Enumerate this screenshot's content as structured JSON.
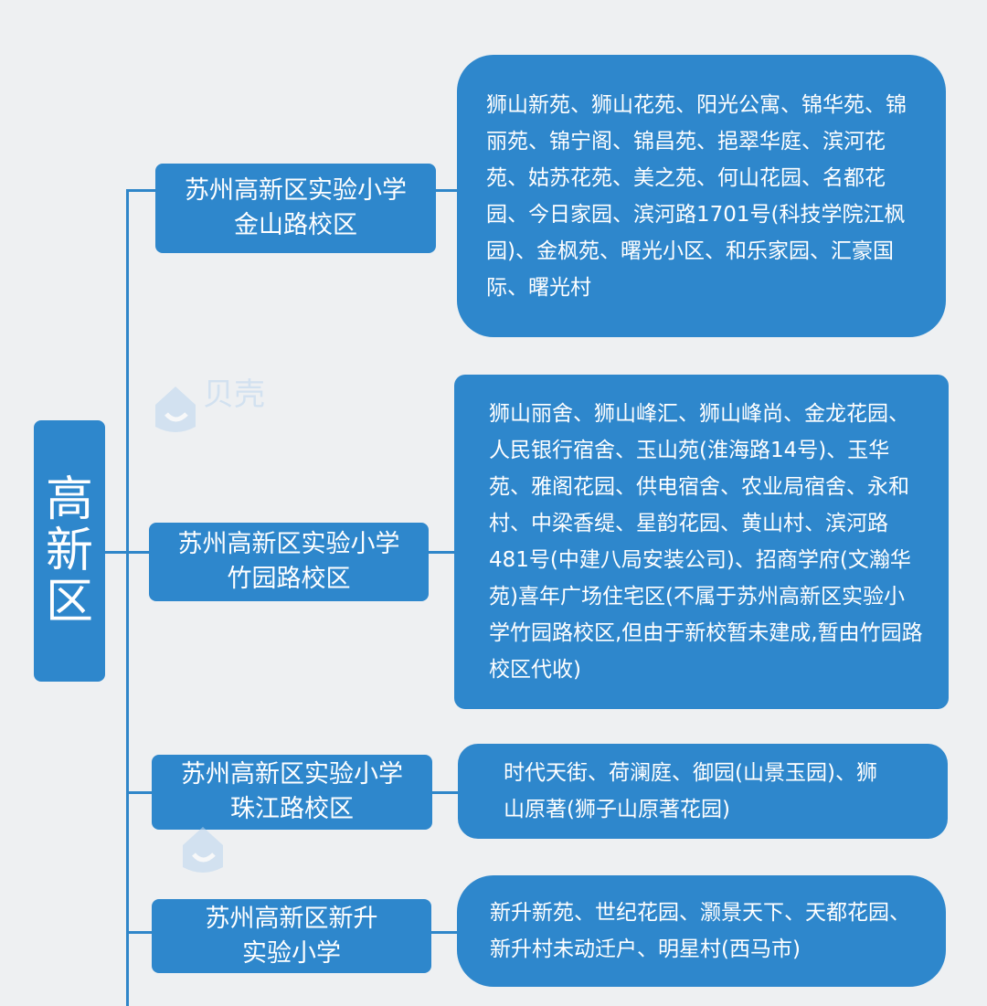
{
  "root": {
    "label": "高新区"
  },
  "colors": {
    "box": "#2e87cc",
    "line": "#2f86c9",
    "background": "#eef0f2"
  },
  "watermark": {
    "text": "贝壳",
    "icon": "beike-logo-icon"
  },
  "schools": [
    {
      "name": "苏州高新区实验小学\n金山路校区",
      "communities": "狮山新苑、狮山花苑、阳光公寓、锦华苑、锦丽苑、锦宁阁、锦昌苑、挹翠华庭、滨河花苑、姑苏花苑、美之苑、何山花园、名都花园、今日家园、滨河路1701号(科技学院江枫园)、金枫苑、曙光小区、和乐家园、汇豪国际、曙光村"
    },
    {
      "name": "苏州高新区实验小学\n竹园路校区",
      "communities": "狮山丽舍、狮山峰汇、狮山峰尚、金龙花园、人民银行宿舍、玉山苑(淮海路14号)、玉华苑、雅阁花园、供电宿舍、农业局宿舍、永和村、中梁香缇、星韵花园、黄山村、滨河路481号(中建八局安装公司)、招商学府(文瀚华苑)喜年广场住宅区(不属于苏州高新区实验小学竹园路校区,但由于新校暂未建成,暂由竹园路校区代收)"
    },
    {
      "name": "苏州高新区实验小学\n珠江路校区",
      "communities": "时代天街、荷澜庭、御园(山景玉园)、狮山原著(狮子山原著花园)"
    },
    {
      "name": "苏州高新区新升\n实验小学",
      "communities": "新升新苑、世纪花园、灏景天下、天都花园、新升村未动迁户、明星村(西马市)"
    }
  ]
}
